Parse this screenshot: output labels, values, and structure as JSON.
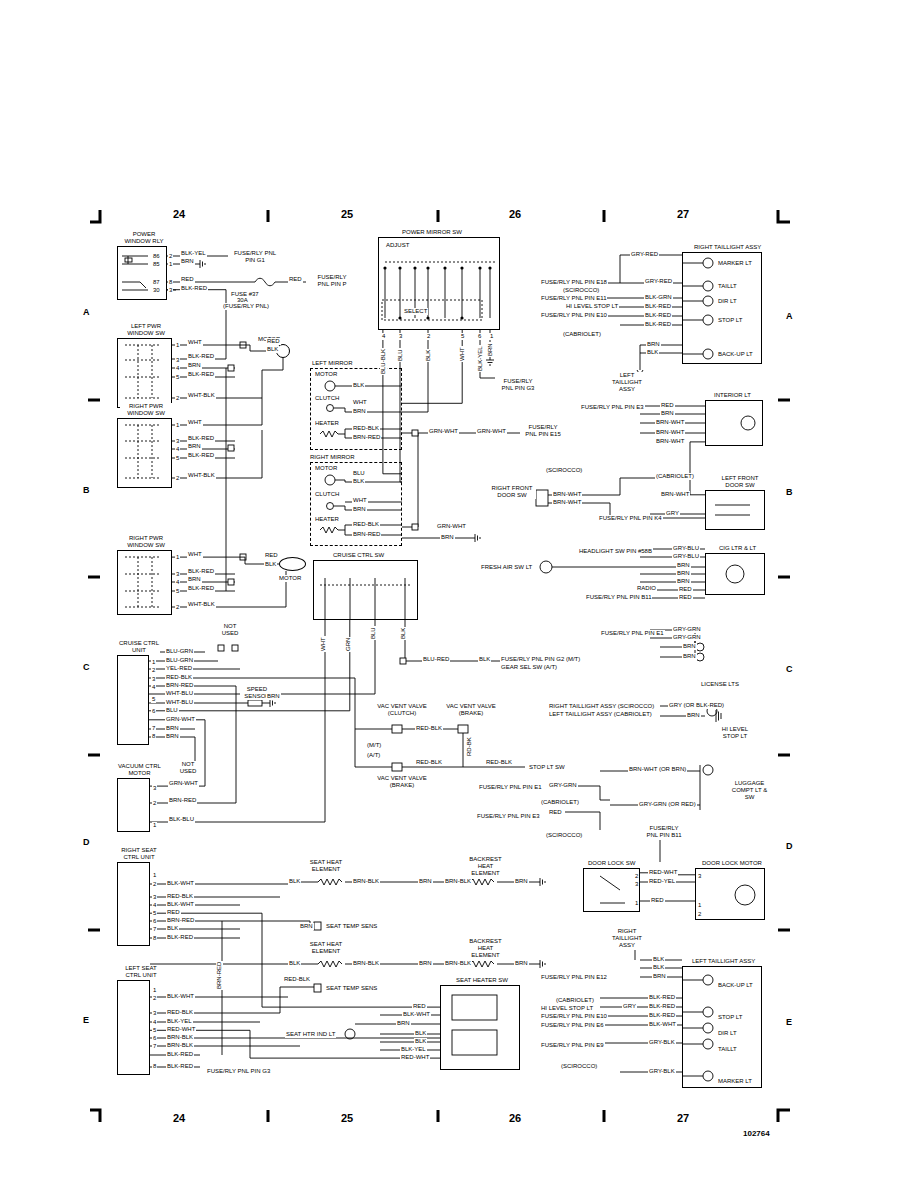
{
  "diagram": {
    "nodes": [
      {
        "text": [
          "POWER WINDOW RLY"
        ]
      },
      {
        "text": [
          "LEFT PWR WINDOW SW"
        ]
      },
      {
        "text": [
          "MOTOR"
        ]
      },
      {
        "text": [
          "RIGHT PWR WINDOW SW"
        ]
      },
      {
        "text": [
          "RIGHT PWR WINDOW SW"
        ]
      },
      {
        "text": [
          "MOTOR"
        ]
      },
      {
        "text": [
          "POWER MIRROR SW",
          "ADJUST",
          "SELECT"
        ]
      },
      {
        "text": [
          "LEFT MIRROR",
          "MOTOR",
          "CLUTCH",
          "HEATER"
        ]
      },
      {
        "text": [
          "RIGHT MIRROR",
          "MOTOR",
          "CLUTCH",
          "HEATER"
        ]
      },
      {
        "text": [
          "CRUISE CTRL SW"
        ]
      },
      {
        "text": [
          "CRUISE CTRL UNIT"
        ]
      },
      {
        "text": [
          "VACUUM CTRL MOTOR"
        ]
      },
      {
        "text": [
          "RIGHT TAILLIGHT ASSY",
          "MARKER LT",
          "TAILLT",
          "DIR LT",
          "STOP LT",
          "BACK-UP LT"
        ]
      },
      {
        "text": [
          "INTERIOR LT"
        ]
      },
      {
        "text": [
          "LEFT FRONT DOOR SW"
        ]
      },
      {
        "text": [
          "CIG LTR & LT"
        ]
      },
      {
        "text": [
          "DOOR LOCK SW"
        ]
      },
      {
        "text": [
          "DOOR LOCK MOTOR"
        ]
      },
      {
        "text": [
          "RIGHT SEAT CTRL UNIT"
        ]
      },
      {
        "text": [
          "LEFT SEAT CTRL UNIT"
        ]
      },
      {
        "text": [
          "SEAT HEATER SW"
        ]
      },
      {
        "text": [
          "LEFT TAILLIGHT ASSY",
          "BACK-UP LT",
          "STOP LT",
          "DIR LT",
          "TAILLT",
          "MARKER LT"
        ]
      }
    ],
    "edges": [
      {
        "from": 0,
        "to": 1,
        "arrow": "none"
      },
      {
        "from": 1,
        "to": 2,
        "arrow": "none"
      },
      {
        "from": 3,
        "to": 2,
        "arrow": "none"
      },
      {
        "from": 4,
        "to": 5,
        "arrow": "none"
      },
      {
        "from": 6,
        "to": 7,
        "arrow": "none"
      },
      {
        "from": 6,
        "to": 8,
        "arrow": "none"
      },
      {
        "from": 9,
        "to": 10,
        "arrow": "none"
      },
      {
        "from": 10,
        "to": 11,
        "arrow": "none"
      },
      {
        "from": 16,
        "to": 17,
        "arrow": "none"
      },
      {
        "from": 18,
        "to": 20,
        "arrow": "none"
      },
      {
        "from": 19,
        "to": 20,
        "arrow": "none"
      },
      {
        "from": 13,
        "to": 14,
        "arrow": "none"
      }
    ],
    "labels": [
      "24",
      "25",
      "26",
      "27",
      "A",
      "A",
      "B",
      "B",
      "C",
      "C",
      "D",
      "D",
      "E",
      "E",
      "24",
      "25",
      "26",
      "27",
      "102764",
      "86",
      "85",
      "87",
      "30",
      "2",
      "1",
      "8",
      "3",
      "BLK-YEL",
      "BRN",
      "FUSE/RLY PNL PIN G1",
      "RED",
      "BLK-RED",
      "FUSE #37",
      "30A",
      "(FUSE/RLY PNL)",
      "RED",
      "FUSE/RLY PNL PIN P",
      "1",
      "3",
      "4",
      "5",
      "2",
      "WHT",
      "BLK-RED",
      "BRN",
      "BLK-RED",
      "WHT-BLK",
      "RED",
      "BLK",
      "1",
      "3",
      "4",
      "5",
      "2",
      "WHT",
      "BLK-RED",
      "BRN",
      "BLK-RED",
      "WHT-BLK",
      "1",
      "3",
      "4",
      "5",
      "2",
      "WHT",
      "BLK-RED",
      "BRN",
      "BLK-RED",
      "WHT-BLK",
      "RED",
      "BLK",
      "1",
      "2",
      "3",
      "4",
      "5",
      "6",
      "7",
      "8",
      "BLU-GRN",
      "BLU-GRN",
      "YEL-RED",
      "RED-BLK",
      "BRN-RED",
      "WHT-BLU",
      "WHT-BLU",
      "BLU",
      "GRN-WHT",
      "BRN",
      "BRN",
      "NOT USED",
      "SPEED SENSOR",
      "BRN",
      "NOT USED",
      "3",
      "2",
      "1",
      "GRN-WHT",
      "BRN-RED",
      "BLK-BLU",
      "WHT",
      "GRN",
      "BLU",
      "BLK",
      "BLU-RED",
      "BLK",
      "FUSE/RLY PNL PIN G2 (M/T)",
      "GEAR SEL SW (A/T)",
      "VAC VENT VALVE (CLUTCH)",
      "VAC VENT VALVE (BRAKE)",
      "RED-BLK",
      "(M/T)",
      "(A/T)",
      "RED-BLK",
      "VAC VENT VALVE (BRAKE)",
      "RD-BK",
      "RED-BLK",
      "STOP LT SW",
      "4",
      "3",
      "2",
      "5",
      "6",
      "1",
      "BLU-BLK",
      "BLU",
      "BLK",
      "WHT",
      "BLK-YEL",
      "BRN",
      "FUSE/RLY PNL PIN G3",
      "BLK",
      "WHT",
      "BRN",
      "RED-BLK",
      "BRN-RED",
      "GRN-WHT",
      "GRN-WHT",
      "FUSE/RLY PNL PIN E15",
      "BLU",
      "BLK",
      "WHT",
      "BRN",
      "RED-BLK",
      "BRN-RED",
      "GRN-WHT",
      "BRN",
      "GRY-RED",
      "FUSE/RLY PNL PIN E18",
      "GRY-RED",
      "(SCIROCCO)",
      "FUSE/RLY PNL PIN E11",
      "BLK-GRN",
      "HI LEVEL STOP LT",
      "BLK-RED",
      "FUSE/RLY PNL PIN E10",
      "BLK-RED",
      "BLK-RED",
      "(CABRIOLET)",
      "BRN",
      "BLK",
      "LEFT TAILLIGHT ASSY",
      "FUSE/RLY PNL PIN E3",
      "RED",
      "BRN",
      "BRN-WHT",
      "BRN-WHT",
      "BRN-WHT",
      "(SCIROCCO)",
      "(CABRIOLET)",
      "RIGHT FRONT DOOR SW",
      "BRN-WHT",
      "BRN-WHT",
      "BRN-WHT",
      "FUSE/RLY PNL PIN K4",
      "GRY",
      "HEADLIGHT SW PIN #58B",
      "GRY-BLU",
      "GRY-BLU",
      "FRESH AIR SW LT",
      "BRN",
      "BRN",
      "BRN",
      "RADIO",
      "RED",
      "FUSE/RLY PNL PIN B11",
      "RED",
      "FUSE/RLY PNL PIN E1",
      "GRY-GRN",
      "GRY-GRN",
      "BRN",
      "BRN",
      "LICENSE LTS",
      "RIGHT TAILLIGHT ASSY (SCIROCCO)",
      "LEFT TAILLIGHT ASSY (CABRIOLET)",
      "GRY (OR BLK-RED)",
      "BRN",
      "HI LEVEL STOP LT",
      "BRN-WHT (OR BRN)",
      "FUSE/RLY PNL PIN E1",
      "GRY-GRN",
      "(CABRIOLET)",
      "GRY-GRN (OR RED)",
      "FUSE/RLY PNL PIN E3",
      "RED",
      "(SCIROCCO)",
      "LUGGAGE COMPT LT & SW",
      "FUSE/RLY PNL PIN B11",
      "2",
      "3",
      "1",
      "RED-WHT",
      "RED-YEL",
      "RED",
      "3",
      "1",
      "2",
      "1",
      "2",
      "3",
      "4",
      "5",
      "6",
      "7",
      "8",
      "BLK-WHT",
      "RED-BLK",
      "BLK-WHT",
      "RED",
      "BRN-RED",
      "BLK",
      "BLK-RED",
      "SEAT HEAT ELEMENT",
      "BACKREST HEAT ELEMENT",
      "BLK",
      "BRN-BLK",
      "BRN",
      "BRN-BLK",
      "BRN",
      "BRN",
      "SEAT TEMP SENS",
      "SEAT HEAT ELEMENT",
      "BACKREST HEAT ELEMENT",
      "BLK",
      "BRN-BLK",
      "BRN",
      "BRN-BLK",
      "BRN",
      "RED-BLK",
      "SEAT TEMP SENS",
      "BRN-RED",
      "1",
      "2",
      "3",
      "4",
      "5",
      "6",
      "7",
      "8",
      "BLK-WHT",
      "RED-BLK",
      "BLK-YEL",
      "RED-WHT",
      "BRN-BLK",
      "BRN-BLK",
      "BLK-RED",
      "BLK-RED",
      "FUSE/RLY PNL PIN G3",
      "RED",
      "BLK-WHT",
      "BRN",
      "SEAT HTR IND LT",
      "BLK",
      "BLK",
      "BLK-YEL",
      "RED-WHT",
      "RIGHT TAILLIGHT ASSY",
      "BLK",
      "BLK",
      "BRN",
      "FUSE/RLY PNL PIN E12",
      "BLK-RED",
      "(CABRIOLET)",
      "GRY",
      "HI LEVEL STOP LT",
      "BLK-RED",
      "FUSE/RLY PNL PIN E10",
      "BLK-RED",
      "FUSE/RLY PNL PIN E6",
      "BLK-WHT",
      "FUSE/RLY PNL PIN E9",
      "GRY-BLK",
      "(SCIROCCO)",
      "GRY-BLK"
    ]
  }
}
